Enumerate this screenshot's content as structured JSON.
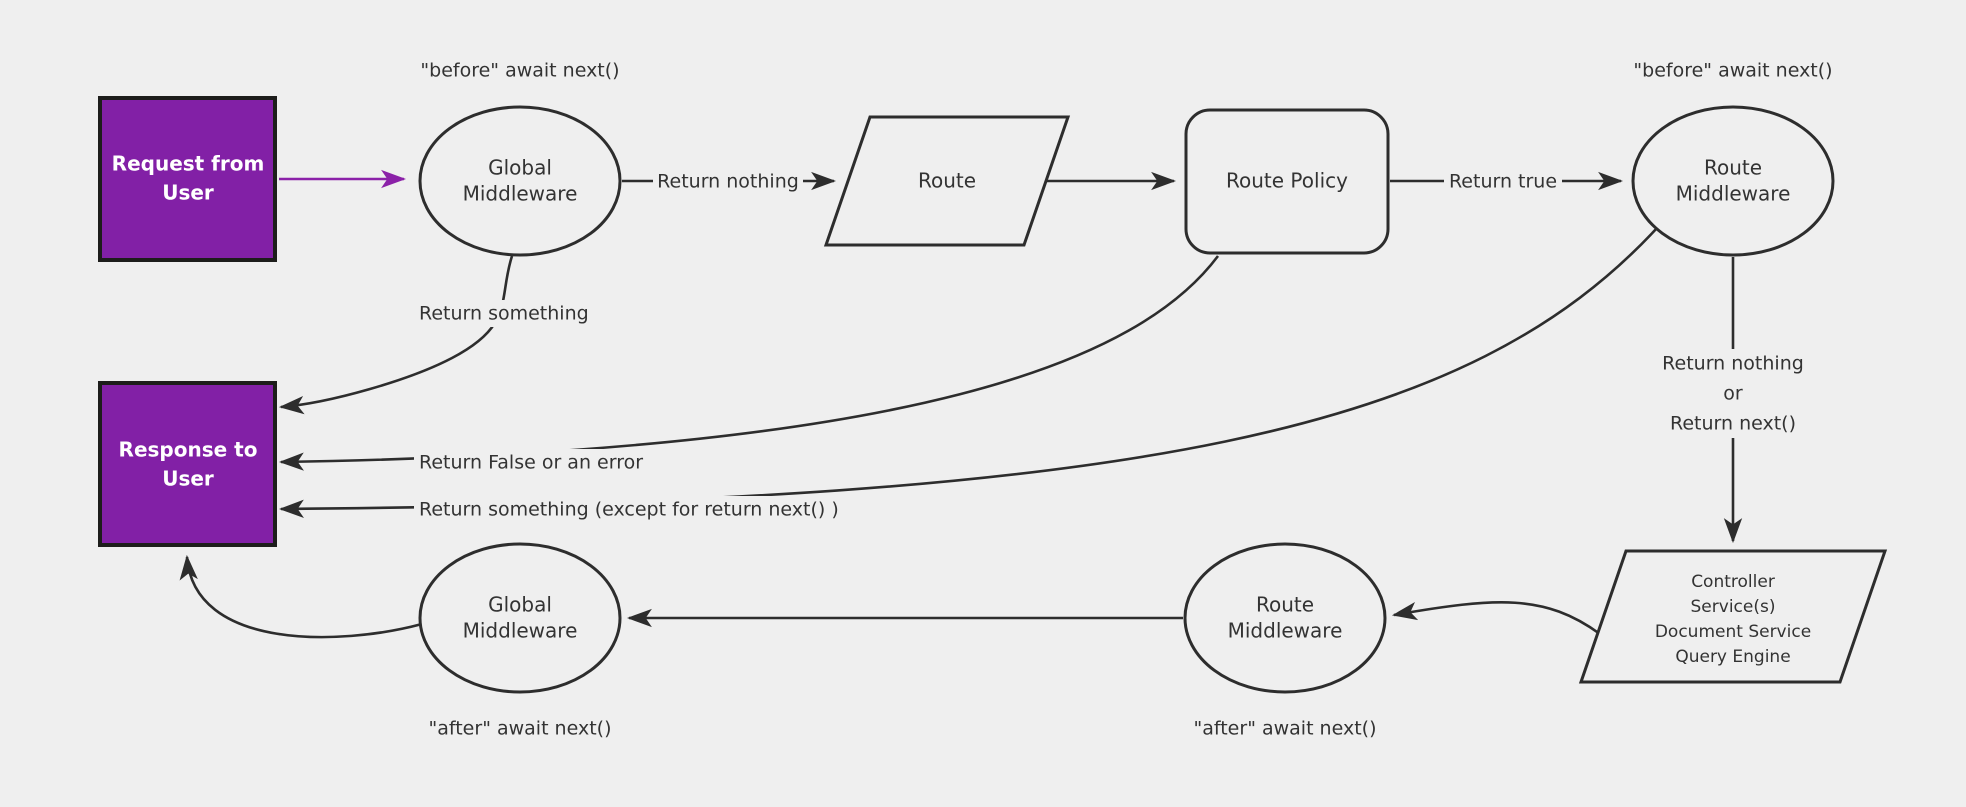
{
  "colors": {
    "background": "#efefef",
    "accent": "#8220a6",
    "accent_arrow": "#8b21a8",
    "box_border": "#1d1d1b",
    "stroke": "#2d2d2d",
    "text": "#333333",
    "box_text": "#ffffff"
  },
  "nodes": {
    "request": {
      "lines": [
        "Request from",
        "User"
      ]
    },
    "global_mw_top": {
      "lines": [
        "Global",
        "Middleware"
      ]
    },
    "route": {
      "label": "Route"
    },
    "route_policy": {
      "label": "Route Policy"
    },
    "route_mw_top": {
      "lines": [
        "Route",
        "Middleware"
      ]
    },
    "controller": {
      "lines": [
        "Controller",
        "Service(s)",
        "Document Service",
        "Query Engine"
      ]
    },
    "route_mw_bottom": {
      "lines": [
        "Route",
        "Middleware"
      ]
    },
    "global_mw_bottom": {
      "lines": [
        "Global",
        "Middleware"
      ]
    },
    "response": {
      "lines": [
        "Response to",
        "User"
      ]
    }
  },
  "edge_labels": {
    "before_next_left": "\"before\" await next()",
    "before_next_right": "\"before\" await next()",
    "return_nothing": "Return nothing",
    "return_true": "Return true",
    "return_nothing_or": [
      "Return nothing",
      "or",
      "Return next()"
    ],
    "return_something": "Return something",
    "return_false": "Return False or an error",
    "return_something_except": "Return something (except for return next() )",
    "after_next_left": "\"after\" await next()",
    "after_next_right": "\"after\" await next()"
  }
}
